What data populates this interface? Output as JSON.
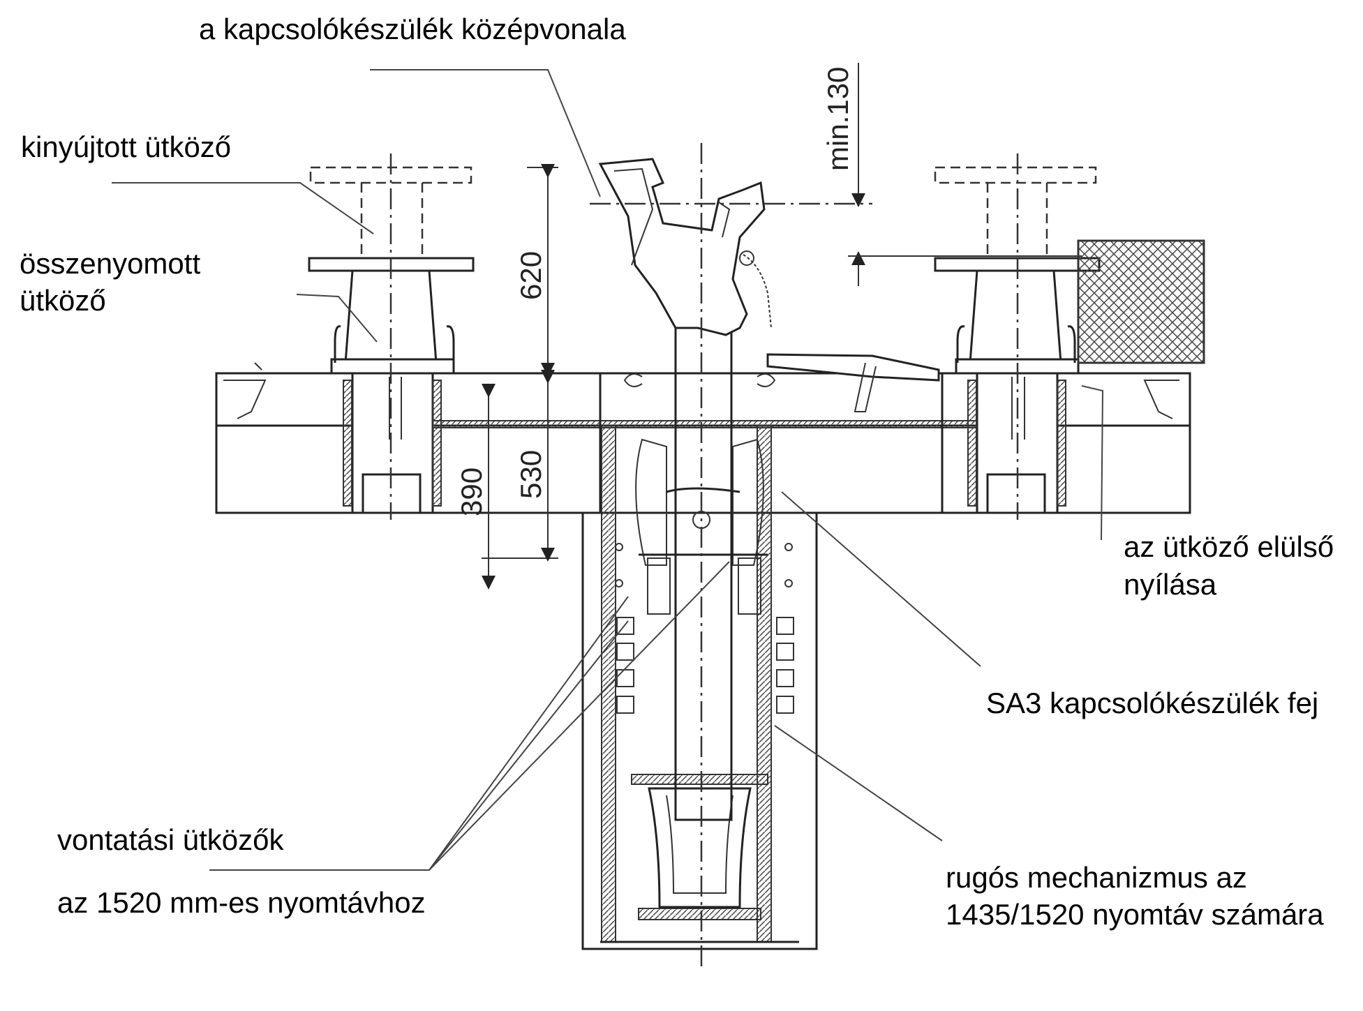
{
  "labels": {
    "centerline": "a kapcsolókészülék középvonala",
    "extended_buffer": "kinyújtott ütköző",
    "compressed_buffer_1": "összenyomott",
    "compressed_buffer_2": "ütköző",
    "front_opening_1": "az ütköző elülső",
    "front_opening_2": "nyílása",
    "coupler_head": "SA3 kapcsolókészülék fej",
    "traction_stops_1": "vontatási ütközők",
    "traction_stops_2": "az 1520 mm-es nyomtávhoz",
    "spring_mech_1": "rugós mechanizmus az",
    "spring_mech_2": "1435/1520 nyomtáv számára"
  },
  "dimensions": {
    "min130": "min.130",
    "d620": "620",
    "d530": "530",
    "d390": "390"
  },
  "colors": {
    "line": "#222222",
    "background": "#ffffff"
  }
}
